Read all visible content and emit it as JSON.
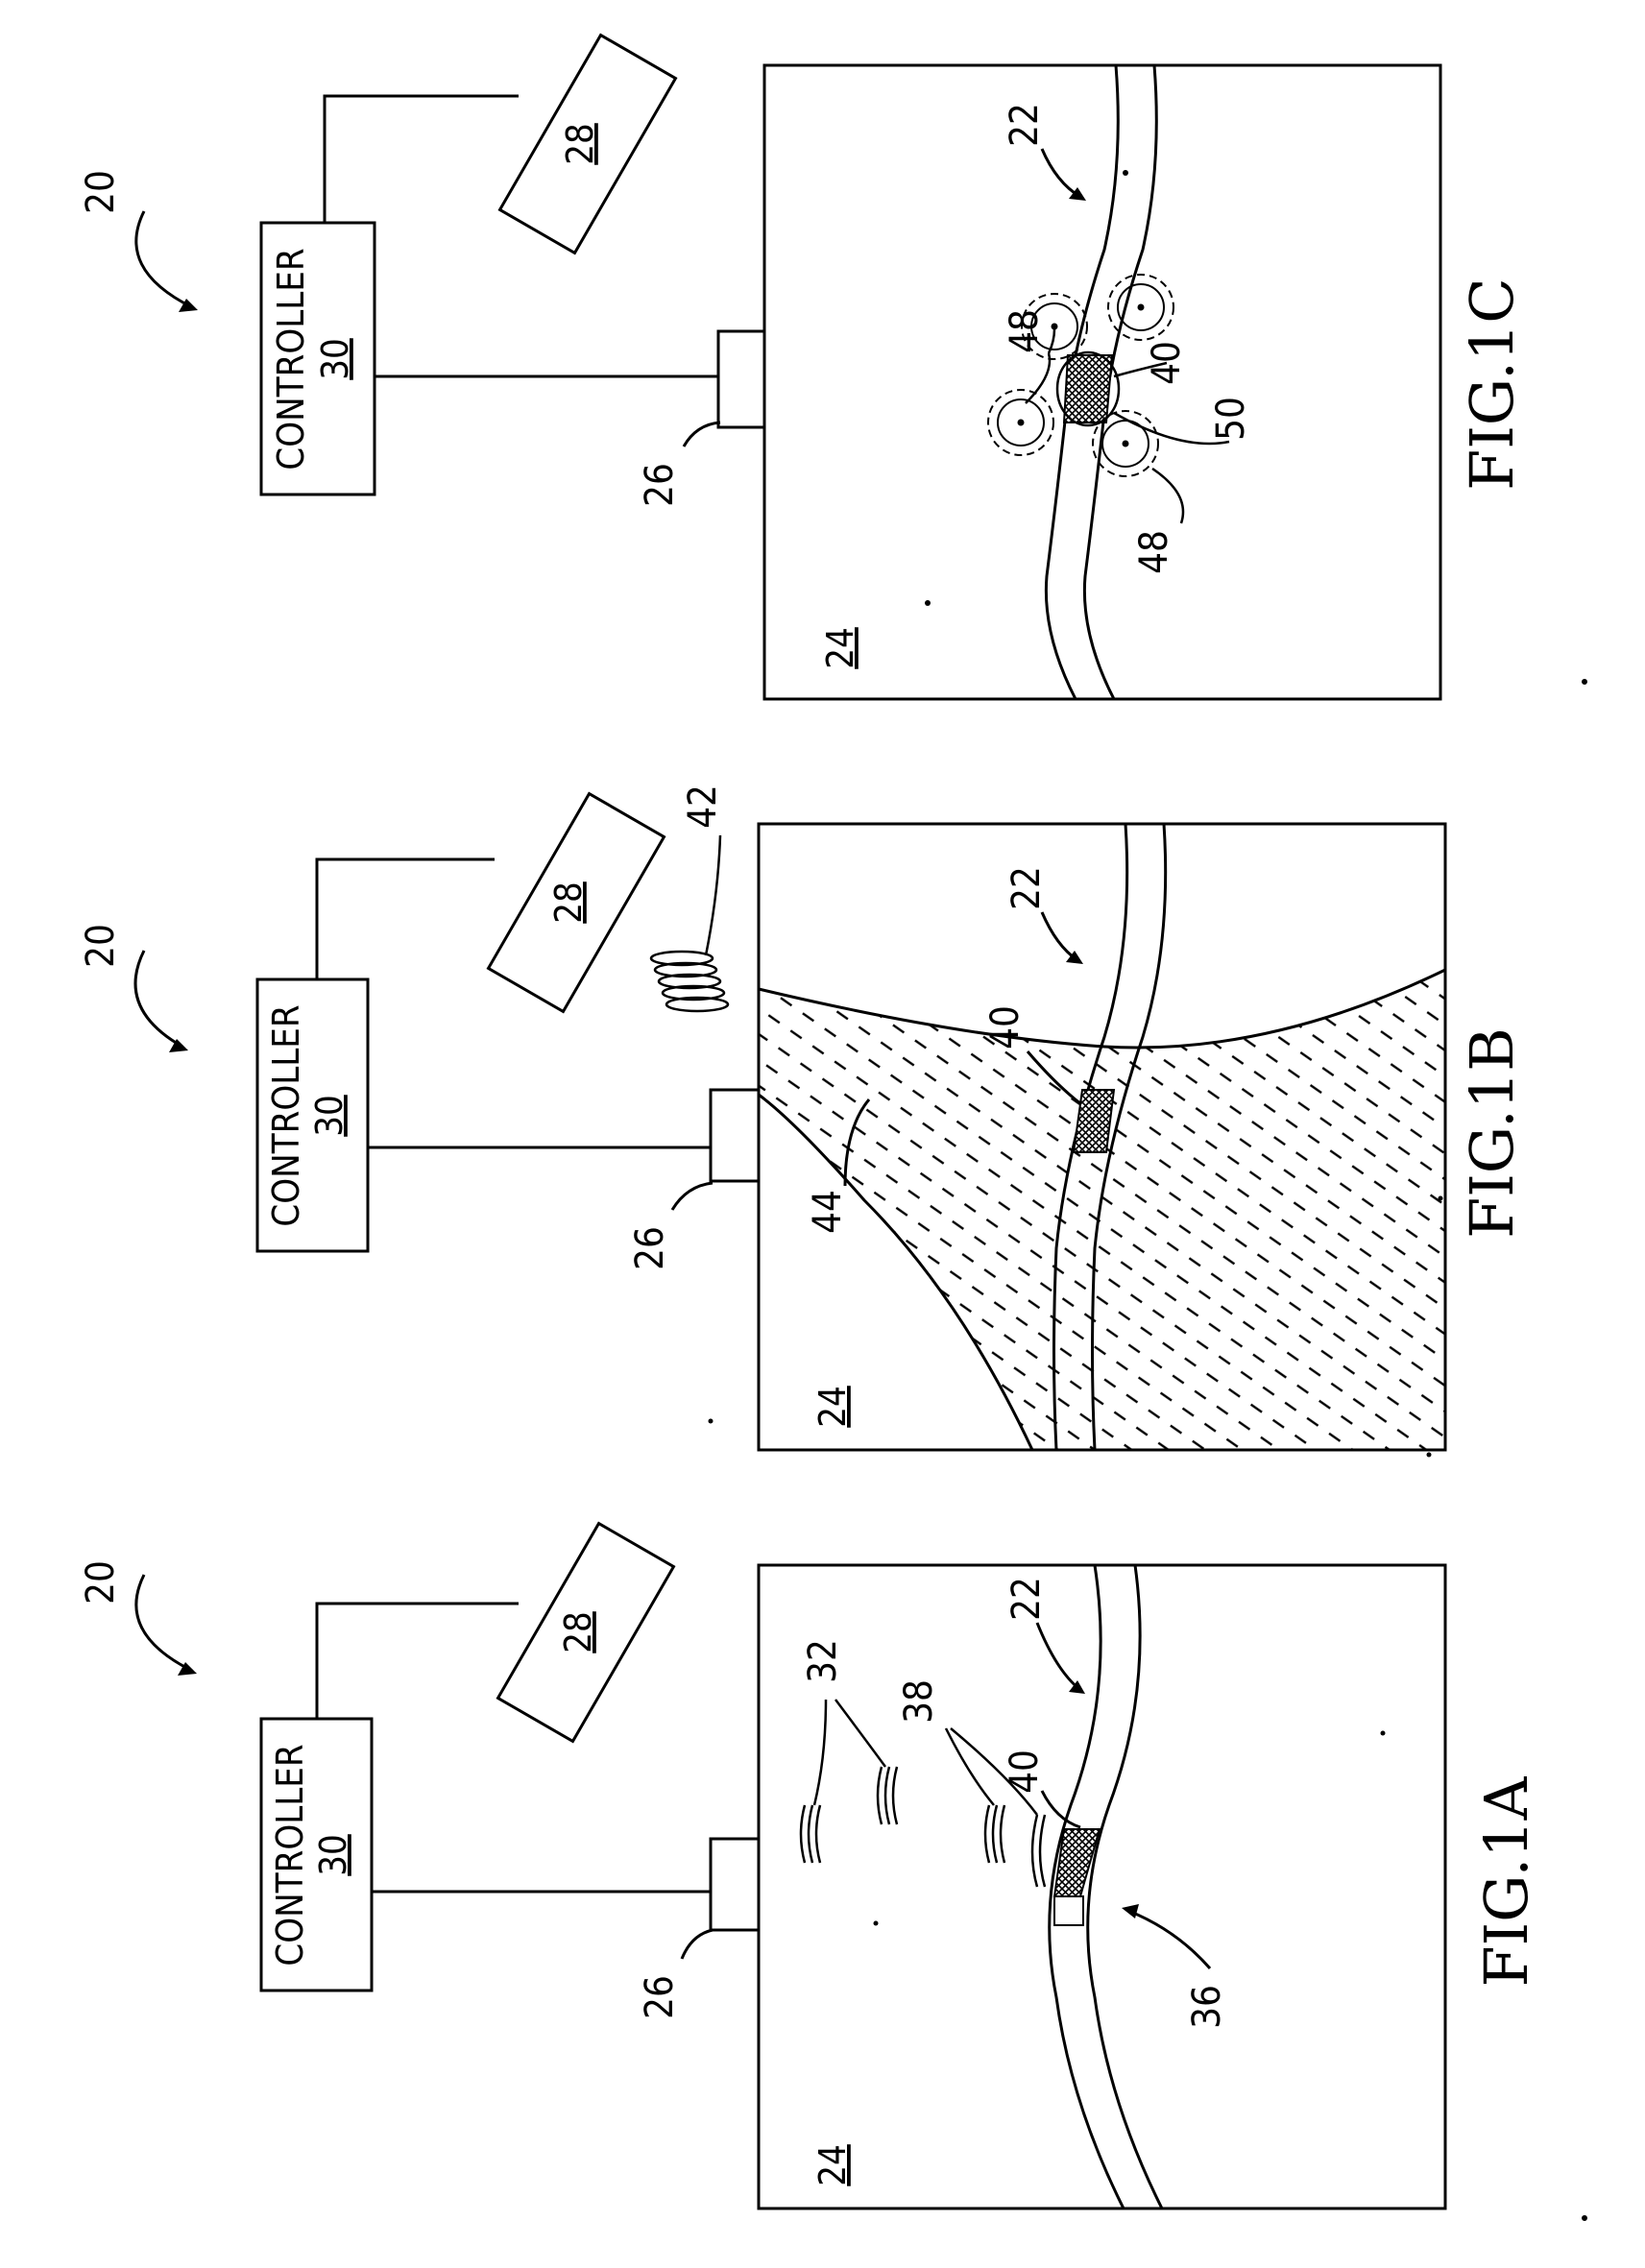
{
  "figures": {
    "fig_1a": {
      "caption": "FIG.1A",
      "controller": {
        "label": "CONTROLLER",
        "ref": "30"
      },
      "ref_system": "20",
      "ref_transducer": "26",
      "ref_probe": "28",
      "ref_tissue": "24",
      "ref_vessel": "22",
      "ref_waves_emitted": "32",
      "ref_waves_reflected": "38",
      "ref_target": "40",
      "ref_region": "36"
    },
    "fig_1b": {
      "caption": "FIG.1B",
      "controller": {
        "label": "CONTROLLER",
        "ref": "30"
      },
      "ref_system": "20",
      "ref_transducer": "26",
      "ref_probe": "28",
      "ref_tissue": "24",
      "ref_vessel": "22",
      "ref_beam": "42",
      "ref_field": "44",
      "ref_target": "40"
    },
    "fig_1c": {
      "caption": "FIG.1C",
      "controller": {
        "label": "CONTROLLER",
        "ref": "30"
      },
      "ref_system": "20",
      "ref_transducer": "26",
      "ref_probe": "28",
      "ref_tissue": "24",
      "ref_vessel": "22",
      "ref_target": "40",
      "ref_bubble_a": "48",
      "ref_bubble_b": "48",
      "ref_focus": "50"
    }
  }
}
